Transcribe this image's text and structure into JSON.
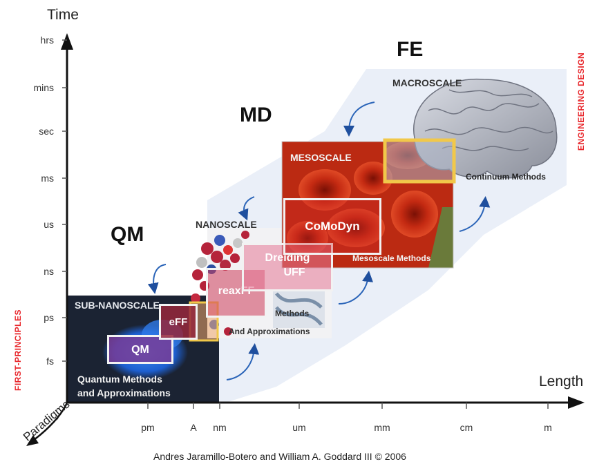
{
  "axes": {
    "y_title": "Time",
    "x_title": "Length",
    "y_ticks": [
      "hrs",
      "mins",
      "sec",
      "ms",
      "us",
      "ns",
      "ps",
      "fs"
    ],
    "x_ticks": [
      "pm",
      "A",
      "nm",
      "um",
      "mm",
      "cm",
      "m"
    ],
    "z_title": "Paradigms"
  },
  "paradigms": [
    "QM",
    "MD",
    "FE"
  ],
  "side_labels": {
    "left": "FIRST-PRINCIPLES",
    "right": "ENGINEERING DESIGN"
  },
  "scales": {
    "sub_nanoscale": "SUB-NANOSCALE",
    "nanoscale": "NANOSCALE",
    "mesoscale": "MESOSCALE",
    "macroscale": "MACROSCALE"
  },
  "methods": {
    "quantum_line1": "Quantum Methods",
    "quantum_line2": "and Approximations",
    "nano_line1": "Methods",
    "nano_line2": "And Approximations",
    "meso": "Mesoscale Methods",
    "continuum": "Continuum Methods"
  },
  "force_fields": {
    "qm": "QM",
    "eff": "eFF",
    "reaxff": "reaxFF",
    "dreiding": "Dreiding",
    "uff": "UFF",
    "comodyn": "CoMoDyn"
  },
  "credit": "Andres Jaramillo-Botero and William A. Goddard III © 2006",
  "colors": {
    "first_principles": "#e8252a",
    "engineering_design": "#e8252a",
    "arrow_blue": "#2a64b8",
    "band": "#e9eef8"
  }
}
